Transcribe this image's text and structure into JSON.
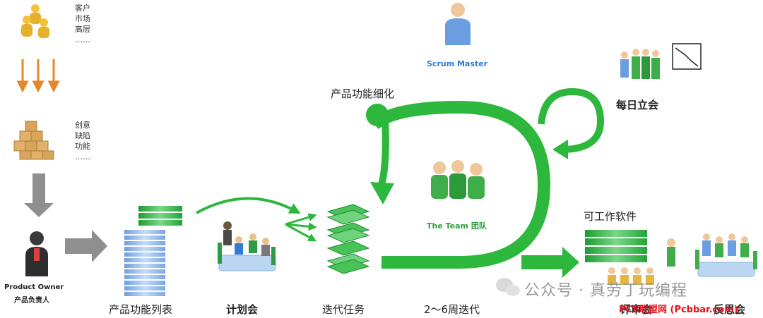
{
  "colors": {
    "green": "#2db83d",
    "orange": "#e8842a",
    "gray": "#8f8f8f",
    "blue_stack": "#8fb6e8",
    "red": "#e0141e"
  },
  "left_column": {
    "group1": [
      "客户",
      "市场",
      "高层",
      "……"
    ],
    "group2": [
      "创意",
      "缺陷",
      "功能",
      "……"
    ],
    "product_owner_en": "Product Owner",
    "product_owner_cn": "产品负责人"
  },
  "flow": {
    "product_backlog": "产品功能列表",
    "planning_meeting": "计划会",
    "sprint_backlog": "迭代任务",
    "sprint_duration": "2～6周迭代",
    "refine": "产品功能细化",
    "scrum_master": "Scrum Master",
    "team": "The Team 团队",
    "daily_standup": "每日立会",
    "working_software": "可工作软件",
    "review": "评审会",
    "retrospective": "反思会"
  },
  "watermark": {
    "text": "公众号 · 真劳丁玩编程",
    "site": "PCB联盟网 (Pcbbar.com)"
  }
}
